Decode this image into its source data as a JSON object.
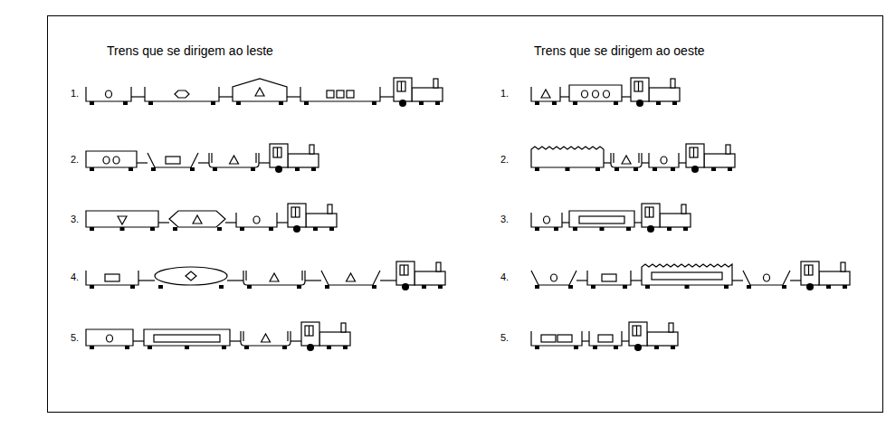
{
  "diagram": {
    "labels": [
      "Trens que se dirigem ao leste",
      "1.",
      "2.",
      "3.",
      "4.",
      "5.",
      "Trens que se dirigem ao oeste",
      "1.",
      "2.",
      "3.",
      "4.",
      "5."
    ]
  }
}
